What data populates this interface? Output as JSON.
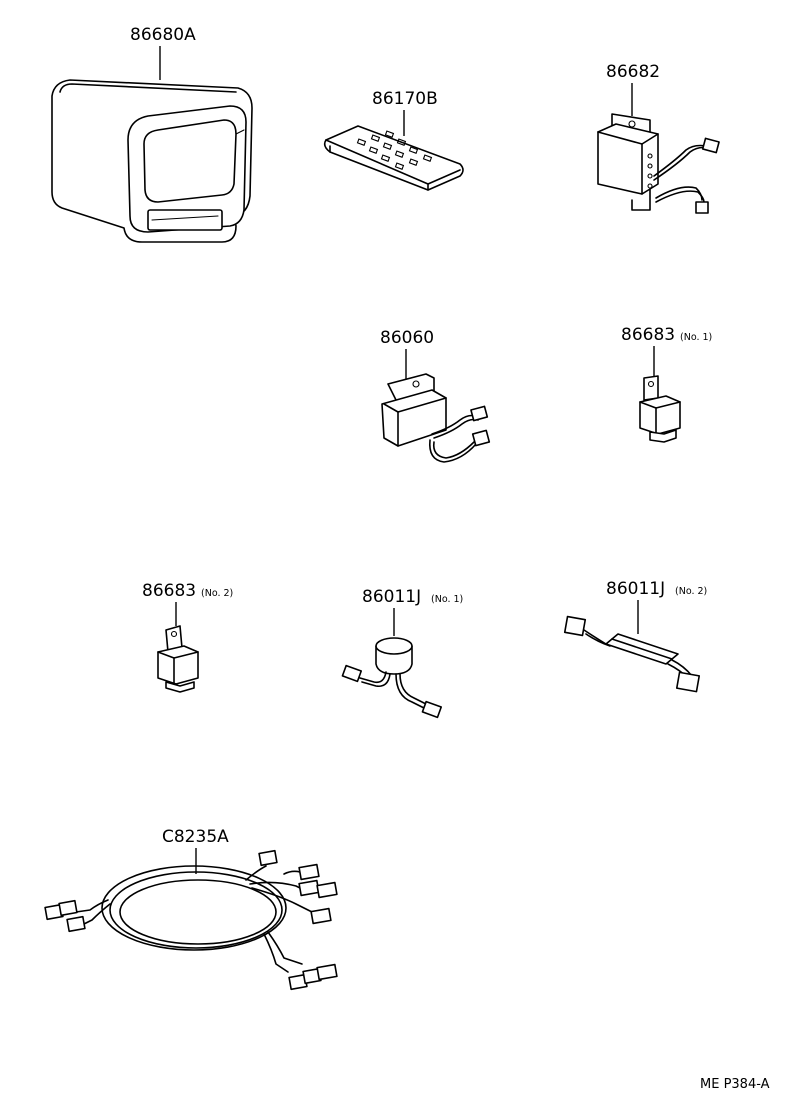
{
  "parts": [
    {
      "id": "monitor",
      "number": "86680A",
      "suffix": ""
    },
    {
      "id": "remote",
      "number": "86170B",
      "suffix": ""
    },
    {
      "id": "control-unit",
      "number": "86682",
      "suffix": ""
    },
    {
      "id": "relay-box",
      "number": "86060",
      "suffix": ""
    },
    {
      "id": "relay-no1",
      "number": "86683",
      "suffix": "(No. 1)"
    },
    {
      "id": "relay-no2",
      "number": "86683",
      "suffix": "(No. 2)"
    },
    {
      "id": "filter-no1",
      "number": "86011J",
      "suffix": "(No. 1)"
    },
    {
      "id": "filter-no2",
      "number": "86011J",
      "suffix": "(No. 2)"
    },
    {
      "id": "wire-harness",
      "number": "C8235A",
      "suffix": ""
    }
  ],
  "reference_code": "ME P384-A"
}
